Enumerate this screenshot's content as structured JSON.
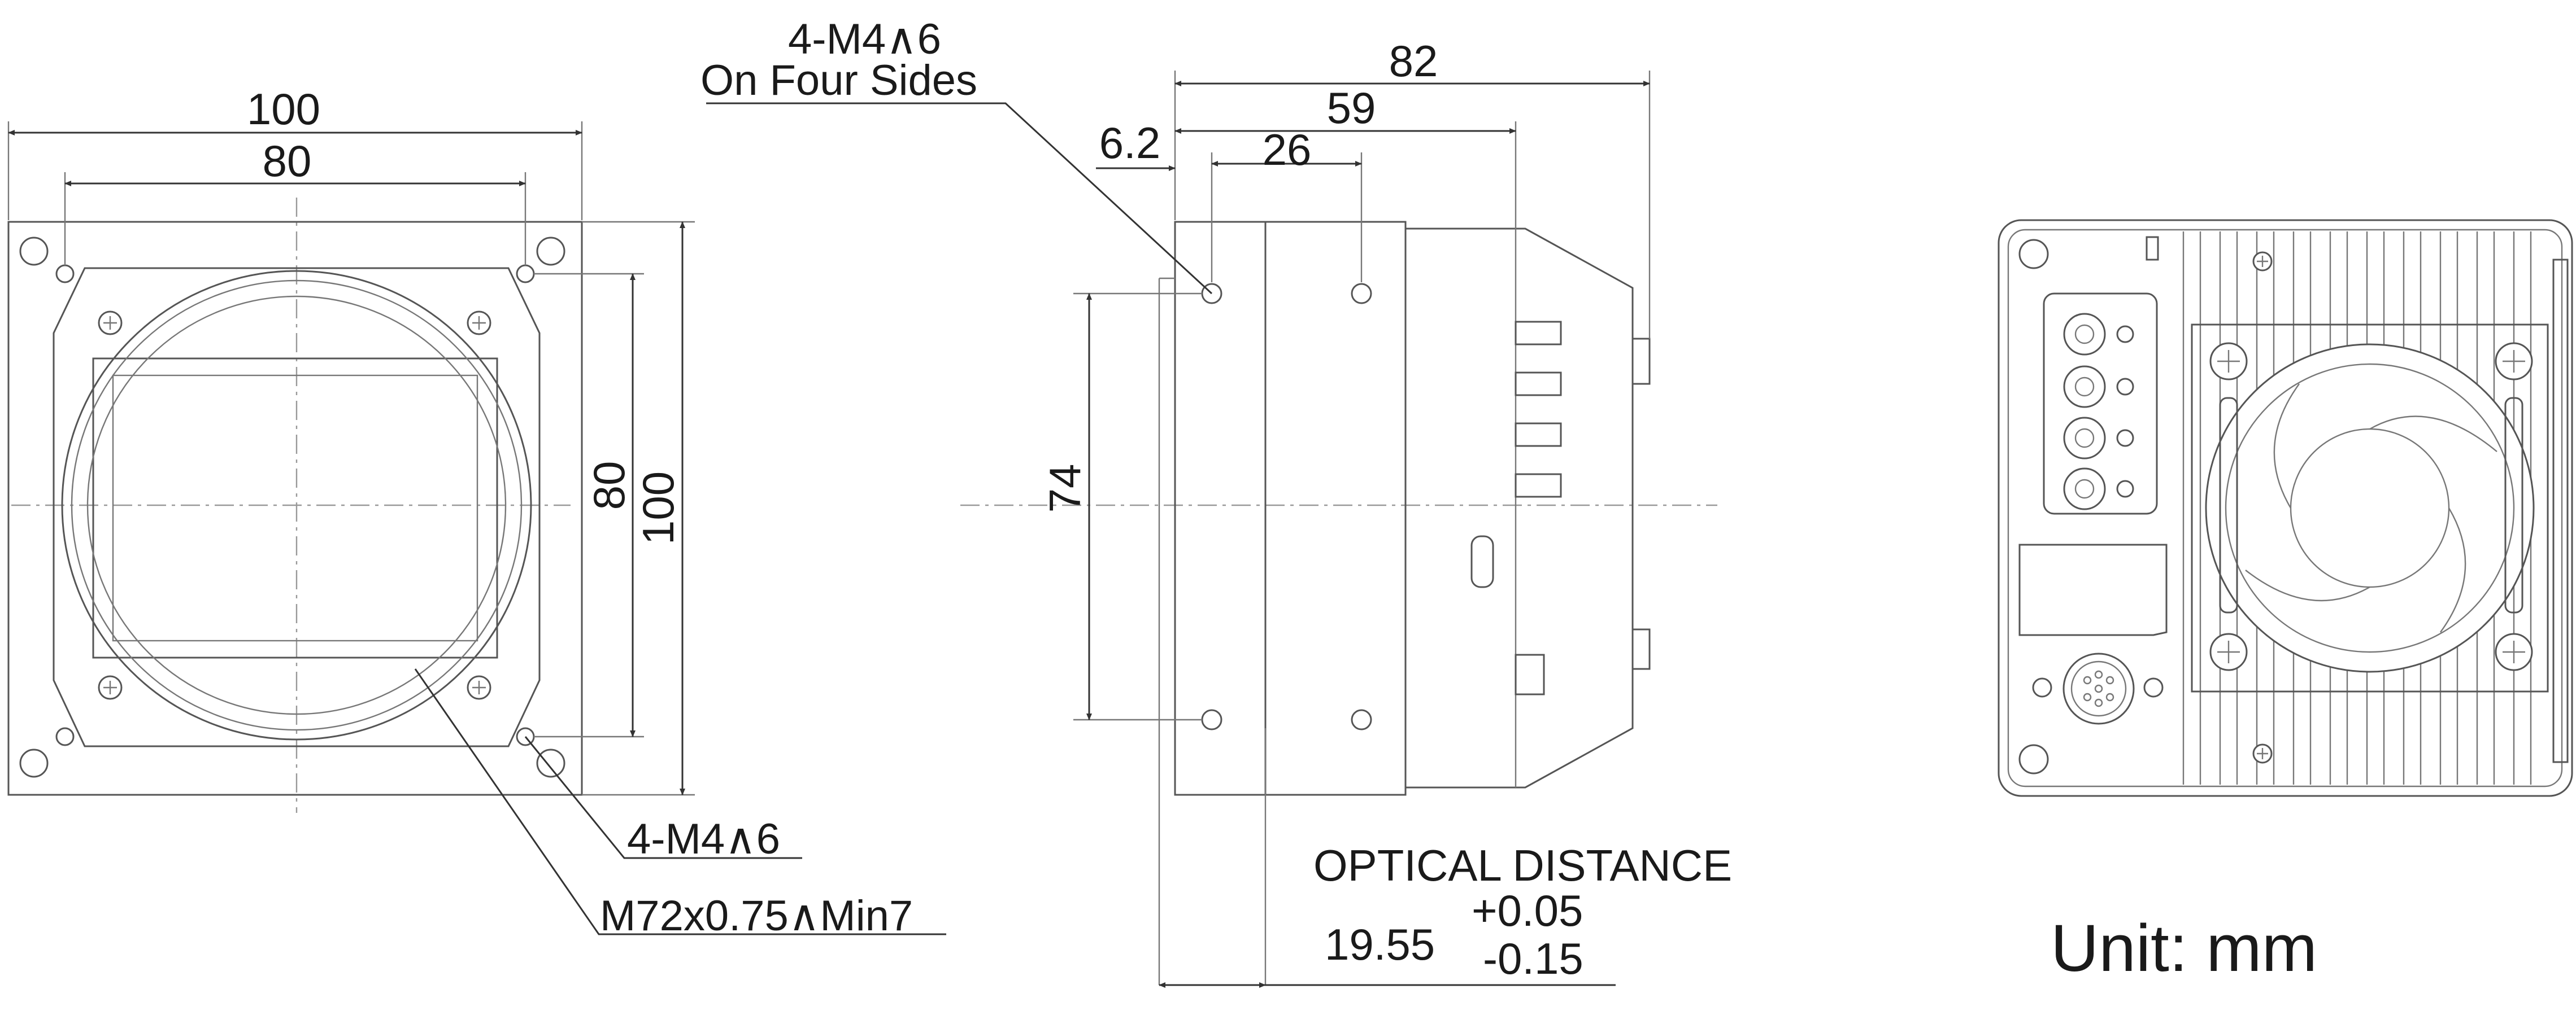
{
  "front_view": {
    "width_dim": "100",
    "hole_spacing_dim": "80",
    "vertical_hole_spacing_dim": "80",
    "height_dim": "100",
    "mount_hole_callout": "4-M4∧6",
    "lens_thread_callout": "M72x0.75∧Min7"
  },
  "side_view": {
    "side_hole_callout_line1": "4-M4∧6",
    "side_hole_callout_line2": "On Four Sides",
    "total_length_dim": "82",
    "body_length_dim": "59",
    "hole_offset_dim": "26",
    "flange_dim": "6.2",
    "hole_vertical_dim": "74",
    "optical_distance_label": "OPTICAL DISTANCE",
    "optical_distance_value": "19.55",
    "optical_tol_upper": "+0.05",
    "optical_tol_lower": "-0.15"
  },
  "unit_label": "Unit: mm"
}
